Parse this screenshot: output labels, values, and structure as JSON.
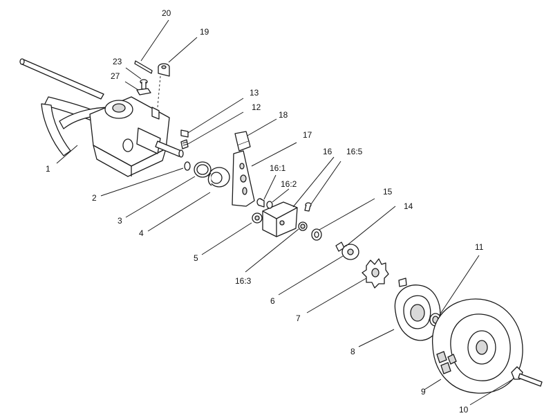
{
  "callouts": {
    "c1": "1",
    "c2": "2",
    "c3": "3",
    "c4": "4",
    "c5": "5",
    "c6": "6",
    "c7": "7",
    "c8": "8",
    "c9": "9",
    "c10": "10",
    "c11": "11",
    "c12": "12",
    "c13": "13",
    "c14": "14",
    "c15": "15",
    "c16": "16",
    "c16_1": "16:1",
    "c16_2": "16:2",
    "c16_3": "16:3",
    "c16_5": "16:5",
    "c17": "17",
    "c18": "18",
    "c19": "19",
    "c20": "20",
    "c23": "23",
    "c27": "27"
  }
}
